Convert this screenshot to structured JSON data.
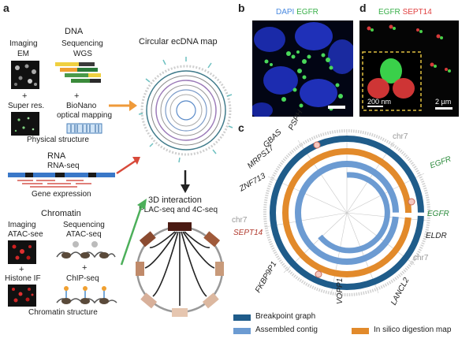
{
  "panel_a": {
    "letter": "a",
    "dna": {
      "title": "DNA",
      "imaging_label": "Imaging",
      "imaging_method": "EM",
      "sequencing_label": "Sequencing",
      "sequencing_method": "WGS",
      "plus": "+",
      "super_res": "Super res.",
      "bionano_line1": "BioNano",
      "bionano_line2": "optical mapping",
      "physical_structure": "Physical structure"
    },
    "circular_map_title": "Circular ecDNA map",
    "rna": {
      "title": "RNA",
      "rnaseq": "RNA-seq",
      "gene_expression": "Gene expression"
    },
    "chromatin": {
      "title": "Chromatin",
      "imaging_label": "Imaging",
      "atac_see": "ATAC-see",
      "sequencing_label": "Sequencing",
      "atac_seq": "ATAC-seq",
      "plus": "+",
      "histone_if": "Histone IF",
      "chip_seq": "ChIP-seq",
      "chromatin_structure": "Chromatin structure"
    },
    "interaction": {
      "title": "3D interaction",
      "subtitle": "PLAC-seq and 4C-seq"
    }
  },
  "panel_b": {
    "letter": "b",
    "title_dapi": "DAPI",
    "title_egfr": "EGFR"
  },
  "panel_d": {
    "letter": "d",
    "title_egfr": "EGFR",
    "title_sept14": "SEPT14",
    "inset_scale": "200 nm",
    "scale": "2 µm"
  },
  "panel_c": {
    "letter": "c",
    "genes": {
      "psph": "PSPH",
      "gbas": "GBAS",
      "mrps17": "MRPS17",
      "znf713": "ZNF713",
      "chr7_top": "chr7",
      "egfr1": "EGFR",
      "egfr2": "EGFR",
      "chr7_left": "chr7",
      "sept14": "SEPT14",
      "eldr": "ELDR",
      "fkbp9p1": "FKBP9P1",
      "vopp1": "VOPP1",
      "lancl2": "LANCL2",
      "chr7_right": "chr7"
    },
    "legend": {
      "breakpoint_graph": "Breakpoint graph",
      "assembled_contig": "Assembled contig",
      "in_silico": "In silico digestion map"
    }
  },
  "colors": {
    "dark_blue": "#1f5c8a",
    "light_blue": "#6c9bd2",
    "orange": "#e28a2b",
    "green_text": "#2a8a3a",
    "red_text": "#b13a2e",
    "arrow_orange": "#ef9a3a",
    "arrow_red": "#d84a3a",
    "arrow_green": "#4caf5a"
  }
}
